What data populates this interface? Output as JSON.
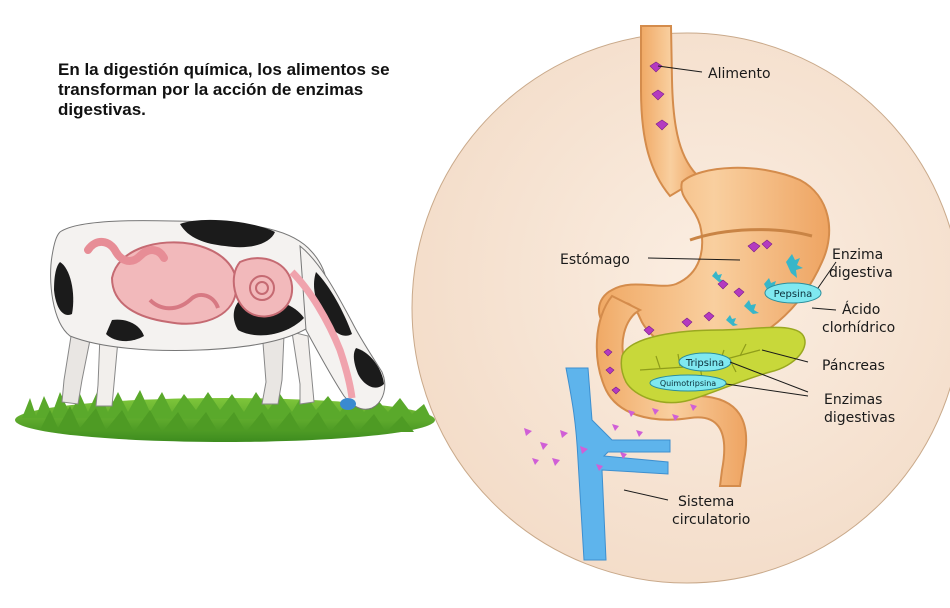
{
  "intro_text": "En la digestión química, los alimentos se transforman por la acción de enzimas digestivas.",
  "labels": {
    "alimento": "Alimento",
    "estomago": "Estómago",
    "enzima_digestiva": [
      "Enzima",
      "digestiva"
    ],
    "acido": [
      "Ácido",
      "clorhídrico"
    ],
    "pancreas": "Páncreas",
    "enzimas_digestivas": [
      "Enzimas",
      "digestivas"
    ],
    "sistema": [
      "Sistema",
      "circulatorio"
    ]
  },
  "enzyme_tags": {
    "pepsina": "Pepsina",
    "tripsina": "Tripsina",
    "quimotripsina": "Quimotripsina"
  },
  "colors": {
    "circle_bg": "#f7e6d6",
    "digestive_tract": "#f6c08e",
    "pancreas": "#c8d83a",
    "enzyme_tag": "#7fe8f0",
    "food_particles": "#b43ac0",
    "blood_vessel": "#5eb4ec"
  }
}
